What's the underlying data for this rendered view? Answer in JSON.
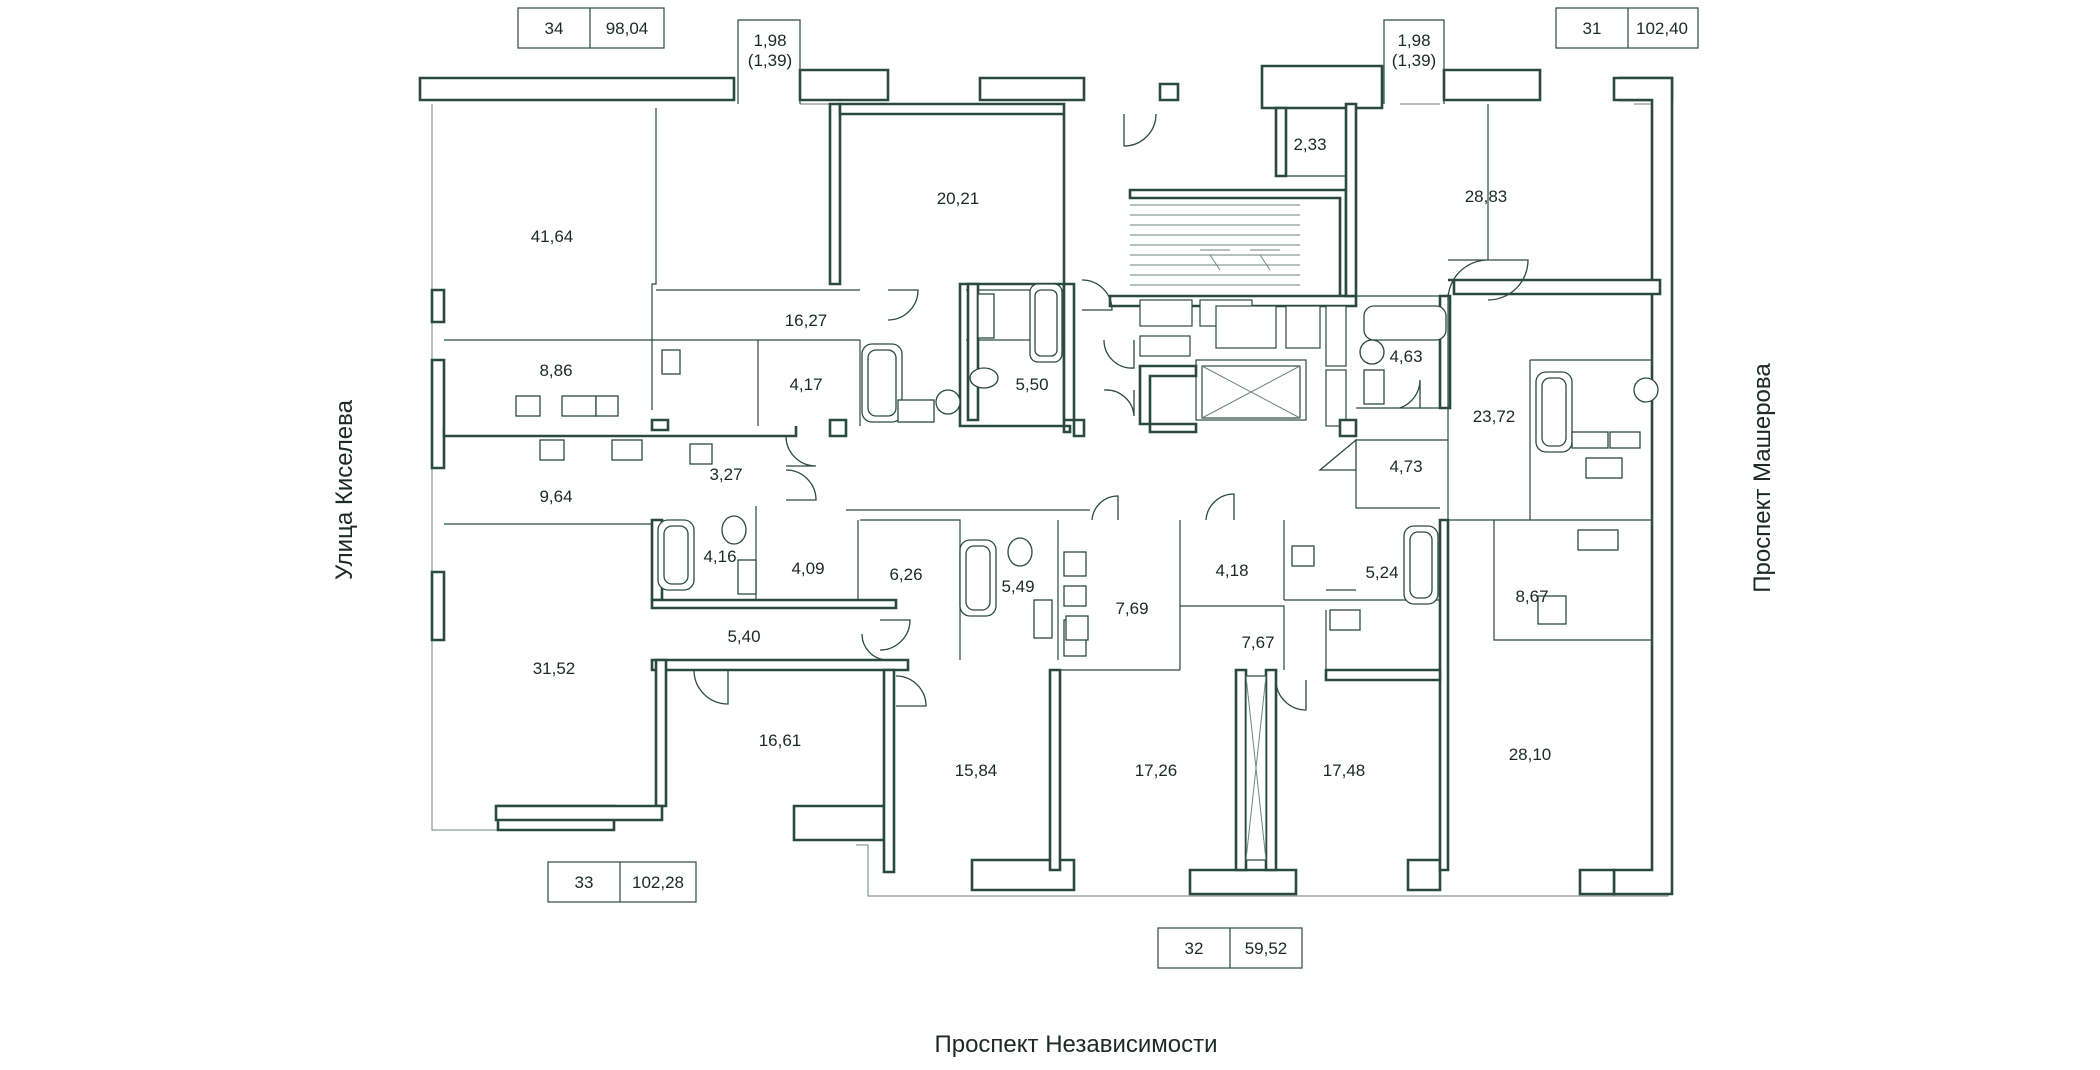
{
  "streets": {
    "left": "Улица Киселева",
    "right": "Проспект Машерова",
    "bottom": "Проспект Независимости"
  },
  "apartments": [
    {
      "number": "34",
      "area": "98,04"
    },
    {
      "number": "31",
      "area": "102,40"
    },
    {
      "number": "33",
      "area": "102,28"
    },
    {
      "number": "32",
      "area": "59,52"
    }
  ],
  "balconies": [
    {
      "area": "1,98",
      "reduced": "(1,39)"
    },
    {
      "area": "1,98",
      "reduced": "(1,39)"
    }
  ],
  "rooms": [
    "41,64",
    "20,21",
    "2,33",
    "28,83",
    "16,27",
    "8,86",
    "4,17",
    "5,50",
    "4,63",
    "23,72",
    "9,64",
    "3,27",
    "4,73",
    "4,16",
    "4,09",
    "6,26",
    "5,49",
    "7,69",
    "4,18",
    "5,24",
    "8,67",
    "5,40",
    "7,67",
    "31,52",
    "16,61",
    "15,84",
    "17,26",
    "17,48",
    "28,10"
  ]
}
